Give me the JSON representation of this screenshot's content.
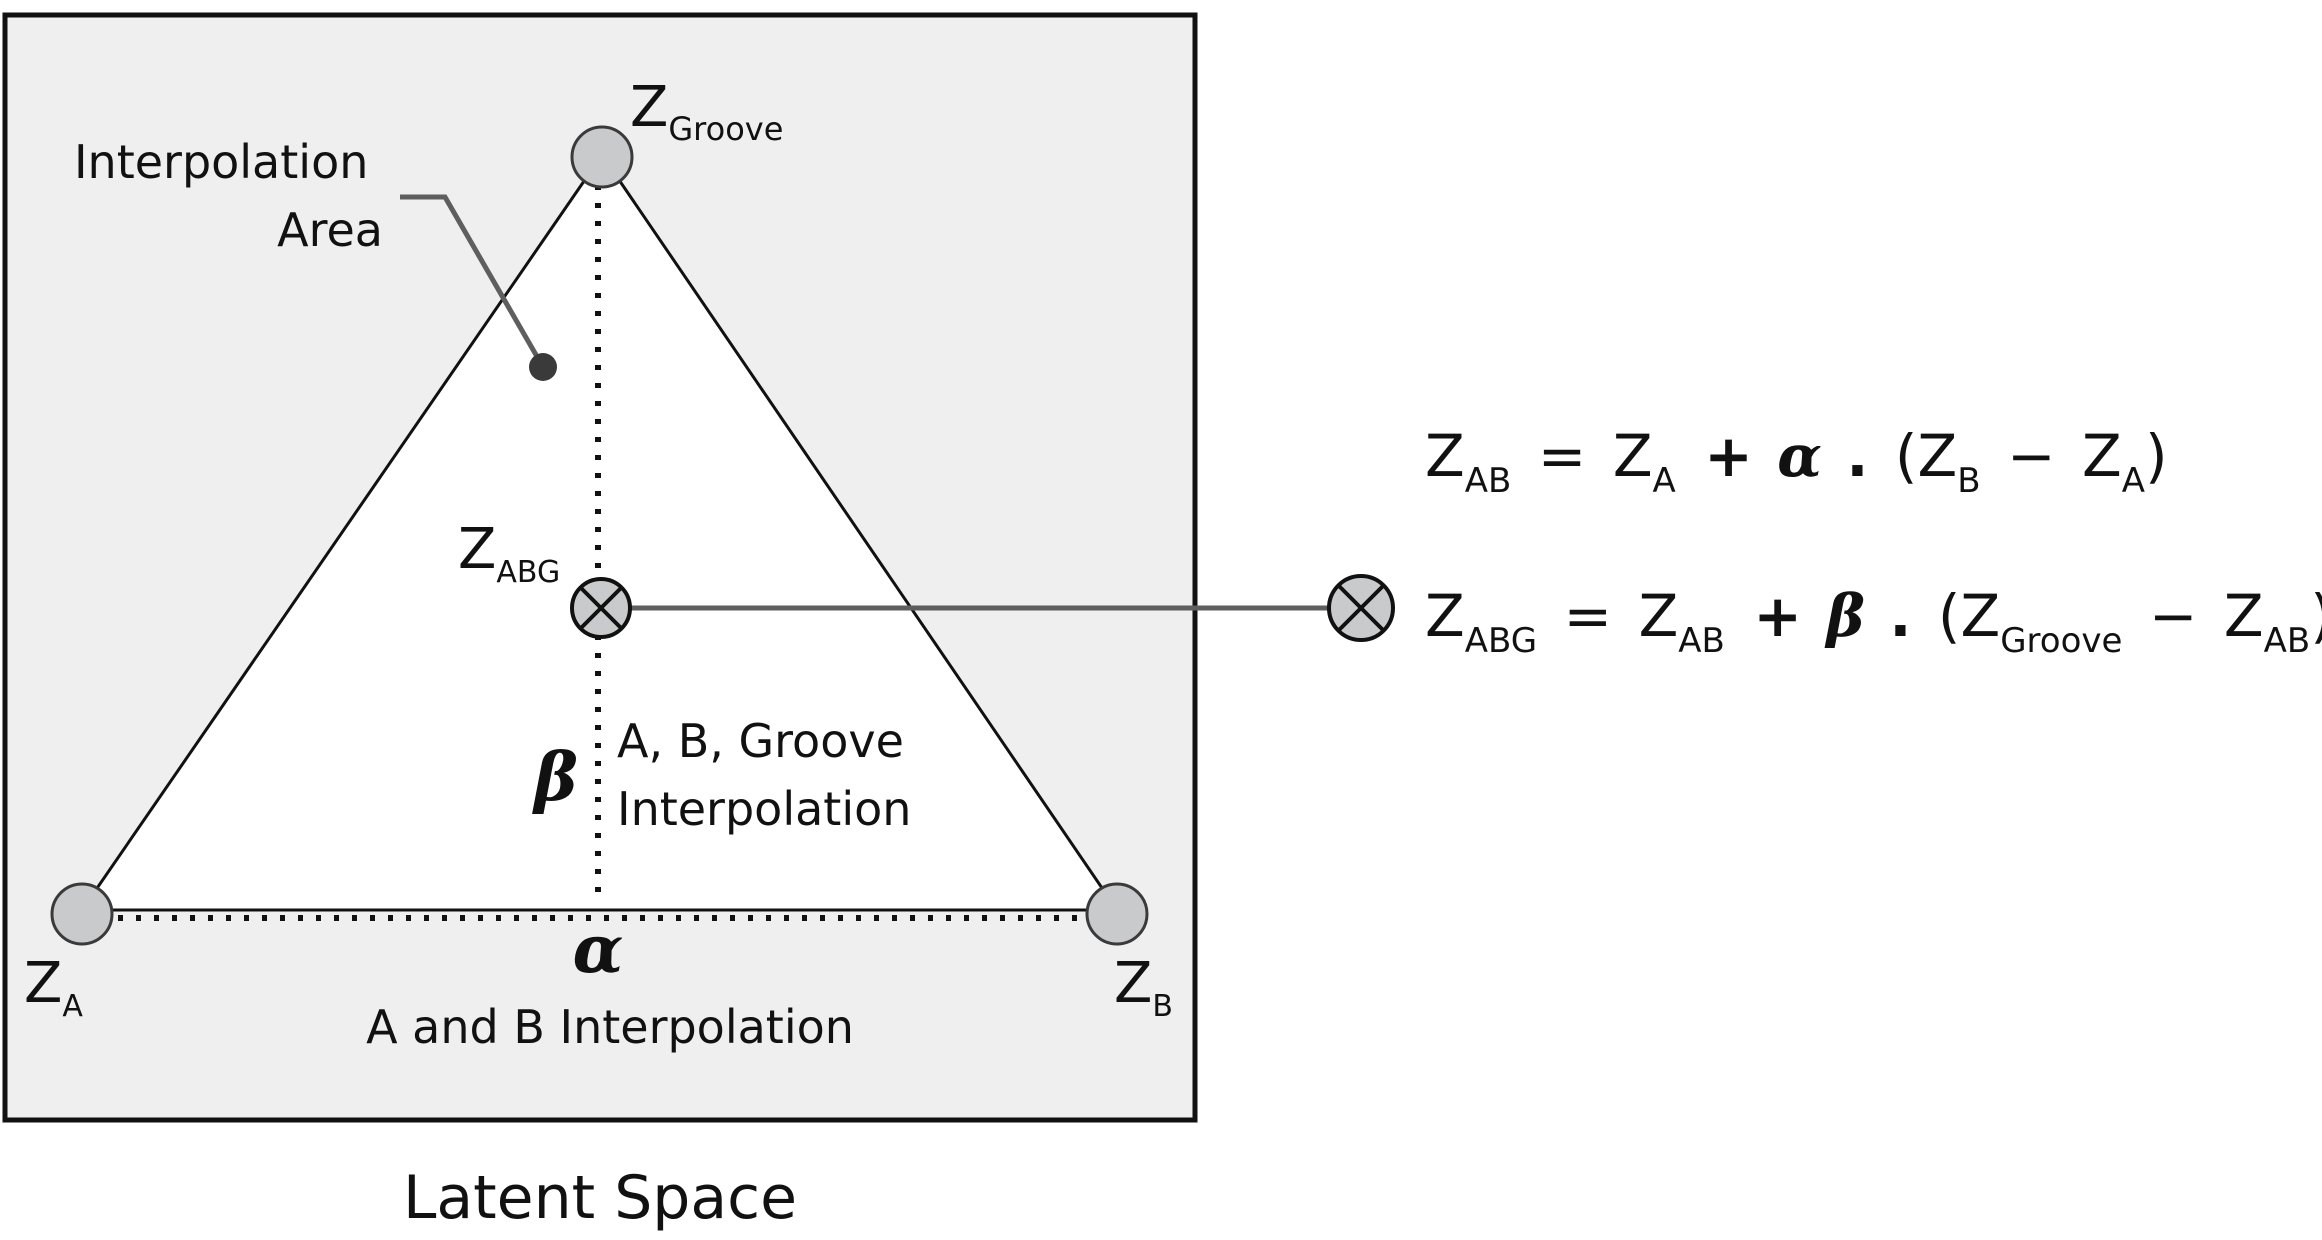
{
  "latent_space": {
    "caption": "Latent Space",
    "interpolation_area": {
      "line1": "Interpolation",
      "line2": "Area"
    },
    "vertices": {
      "groove": {
        "main": "Z",
        "sub": "Groove"
      },
      "a": {
        "main": "Z",
        "sub": "A"
      },
      "b": {
        "main": "Z",
        "sub": "B"
      }
    },
    "abg_point": {
      "main": "Z",
      "sub": "ABG"
    },
    "alpha_symbol": "α",
    "beta_symbol": "β",
    "ab_interpolation_label": "A and B Interpolation",
    "abg_interpolation_label": {
      "line1": "A, B, Groove",
      "line2": "Interpolation"
    }
  },
  "equations": {
    "eq_ab": {
      "lhs": {
        "main": "Z",
        "sub": "AB"
      },
      "equals": "=",
      "term1": {
        "main": "Z",
        "sub": "A"
      },
      "plus": "+",
      "coef": "α",
      "dot": ".",
      "open_paren": "(",
      "term2": {
        "main": "Z",
        "sub": "B"
      },
      "minus": "−",
      "term3": {
        "main": "Z",
        "sub": "A"
      },
      "close_paren": ")"
    },
    "eq_abg": {
      "lhs": {
        "main": "Z",
        "sub": "ABG"
      },
      "equals": "=",
      "term1": {
        "main": "Z",
        "sub": "AB"
      },
      "plus": "+",
      "coef": "β",
      "dot": ".",
      "open_paren": "(",
      "term2": {
        "main": "Z",
        "sub": "Groove"
      },
      "minus": "−",
      "term3": {
        "main": "Z",
        "sub": "AB"
      },
      "close_paren": ")"
    }
  },
  "colors": {
    "panel_background": "#efefef",
    "panel_border": "#111111",
    "triangle_fill": "#ffffff",
    "node_fill": "#c9cacc",
    "node_stroke": "#3a3a3a",
    "connector": "#5e5e5e"
  }
}
